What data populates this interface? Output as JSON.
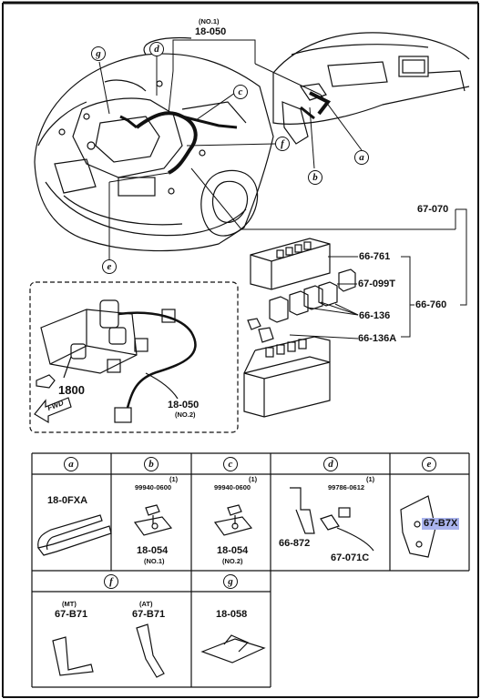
{
  "callouts": {
    "a": "a",
    "b": "b",
    "c": "c",
    "d": "d",
    "e": "e",
    "f": "f",
    "g": "g"
  },
  "main": {
    "no1": "(NO.1)",
    "harness_no1": "18-050",
    "part_67_070": "67-070",
    "part_66_761": "66-761",
    "part_67_099t": "67-099T",
    "part_66_760": "66-760",
    "part_66_136": "66-136",
    "part_66_136a": "66-136A",
    "harness_no2": "18-050",
    "no2": "(NO.2)",
    "part_1800": "1800",
    "fwd": "FWD"
  },
  "table": {
    "a_part": "18-0FXA",
    "b_qty": "(1)",
    "b_bolt": "99940-0600",
    "b_part": "18-054",
    "b_note": "(NO.1)",
    "c_qty": "(1)",
    "c_bolt": "99940-0600",
    "c_part": "18-054",
    "c_note": "(NO.2)",
    "d_qty": "(1)",
    "d_screw": "99786-0612",
    "d_part1": "66-872",
    "d_part2": "67-071C",
    "e_part": "67-B7X",
    "f_mt": "(MT)",
    "f_part_mt": "67-B71",
    "f_at": "(AT)",
    "f_part_at": "67-B71",
    "g_part": "18-058"
  },
  "colors": {
    "highlight": "#aab4ee",
    "ink": "#111111"
  }
}
